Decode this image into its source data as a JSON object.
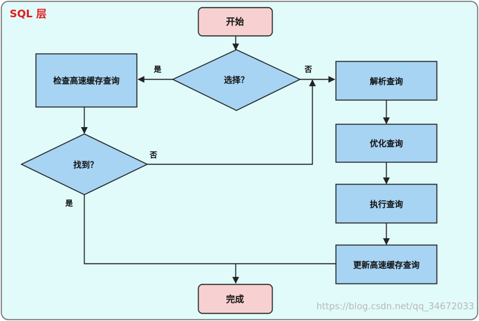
{
  "title": "SQL 层",
  "colors": {
    "background": "#e1fbfa",
    "border": "#707070",
    "title": "#e21a1a",
    "box_blue": "#a8d4f4",
    "box_pink": "#f7d1d1",
    "line": "#222222",
    "watermark": "#b8b8b8"
  },
  "nodes": {
    "start": "开始",
    "choice": "选择？",
    "check_cache": "检查高速缓存查询",
    "found": "找到？",
    "parse": "解析查询",
    "optimize": "优化查询",
    "execute": "执行查询",
    "update_cache": "更新高速缓存查询",
    "finish": "完成"
  },
  "edge_labels": {
    "choice_yes": "是",
    "choice_no": "否",
    "found_no": "否",
    "found_yes": "是"
  },
  "watermark": "https://blog.csdn.net/qq_34672033"
}
